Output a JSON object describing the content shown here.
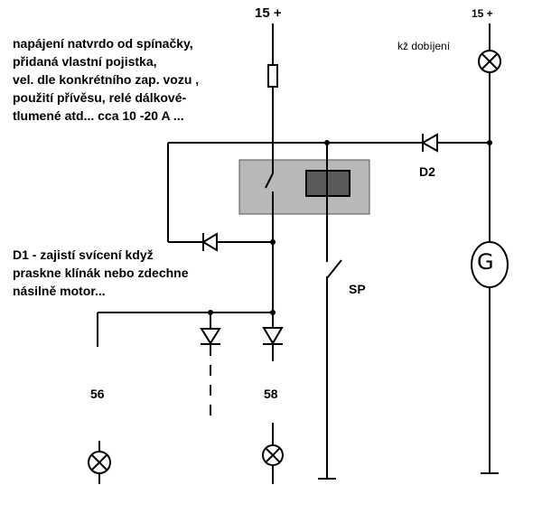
{
  "diagram": {
    "supply_left": "15 +",
    "supply_right": "15 +",
    "charge_lamp_label": "kž dobíjení",
    "diode_d2_label": "D2",
    "switch_sp_label": "SP",
    "output_56_label": "56",
    "output_58_label": "58",
    "generator_label": "G",
    "note_main": [
      "napájení natvrdo od spínačky,",
      "přidaná vlastní pojistka,",
      "vel. dle konkrétního zap. vozu ,",
      "použití přívěsu, relé dálkové-",
      "tlumené atd... cca 10 -20 A ..."
    ],
    "note_d1": [
      "D1 - zajistí svícení když",
      "praskne klínák nebo zdechne",
      "násilně motor..."
    ],
    "colors": {
      "line": "#000000",
      "relay_housing": "#b8b8b8",
      "relay_coil": "#5a5a5a"
    }
  }
}
